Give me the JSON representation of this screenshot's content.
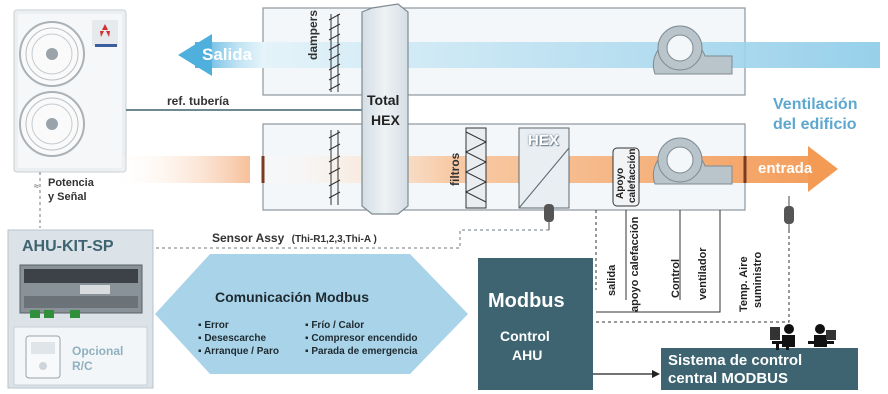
{
  "arrows": {
    "exhaust": "Salida",
    "supply": "entrada"
  },
  "building_ventilation": {
    "line1": "Ventilación",
    "line2": "del edificio"
  },
  "components": {
    "dampers": "dampers",
    "total_hex_line1": "Total",
    "total_hex_line2": "HEX",
    "filters": "filtros",
    "hex": "HEX",
    "heating_support_line1": "Apoyo",
    "heating_support_line2": "calefacción"
  },
  "connections": {
    "pipe_ref": "ref. tubería",
    "power_signal_line1": "Potencia",
    "power_signal_line2": "y Señal",
    "sensor_assy": "Sensor Assy",
    "sensor_assy_detail": "(Thi-R1,2,3,Thi-A )"
  },
  "control_signals": {
    "salida": "salida",
    "apoyo_calefaccion": "apoyo calefacción",
    "control": "Control",
    "ventilador": "ventilador",
    "temp_line1": "Temp. Aire",
    "temp_line2": "suministro"
  },
  "ahu_kit": {
    "title": "AHU-KIT-SP",
    "optional_line1": "Opcional",
    "optional_line2": "R/C"
  },
  "modbus_comm": {
    "title": "Comunicación Modbus",
    "items_left": [
      "Error",
      "Desescarche",
      "Arranque / Paro"
    ],
    "items_right": [
      "Frío / Calor",
      "Compresor encendido",
      "Parada de emergencia"
    ]
  },
  "modbus_control": {
    "title": "Modbus",
    "line1": "Control",
    "line2": "AHU"
  },
  "central_system": {
    "line1": "Sistema de control",
    "line2": "central MODBUS"
  },
  "colors": {
    "teal": "#3d6470",
    "light_blue": "#a9d7ea",
    "arrow_blue": "#5fb8e0",
    "orange": "#f4a15d",
    "duct_fill": "#f3f6f8",
    "panel_grey": "#dde4ea"
  }
}
